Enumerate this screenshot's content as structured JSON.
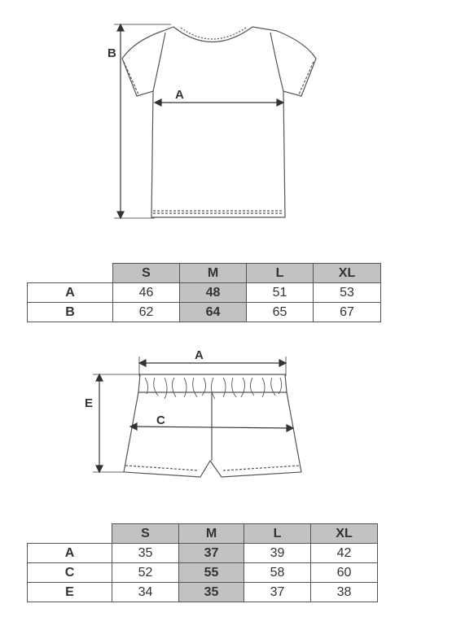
{
  "tshirt": {
    "labels": {
      "width": "A",
      "length": "B"
    },
    "table": {
      "columns": [
        "S",
        "M",
        "L",
        "XL"
      ],
      "highlight_column": "M",
      "rows": [
        {
          "label": "A",
          "values": [
            "46",
            "48",
            "51",
            "53"
          ]
        },
        {
          "label": "B",
          "values": [
            "62",
            "64",
            "65",
            "67"
          ]
        }
      ]
    }
  },
  "shorts": {
    "labels": {
      "waist": "A",
      "hip": "C",
      "length": "E"
    },
    "table": {
      "columns": [
        "S",
        "M",
        "L",
        "XL"
      ],
      "highlight_column": "M",
      "rows": [
        {
          "label": "A",
          "values": [
            "35",
            "37",
            "39",
            "42"
          ]
        },
        {
          "label": "C",
          "values": [
            "52",
            "55",
            "58",
            "60"
          ]
        },
        {
          "label": "E",
          "values": [
            "34",
            "35",
            "37",
            "38"
          ]
        }
      ]
    }
  },
  "colors": {
    "line": "#555555",
    "header_fill": "#c2c2c2"
  }
}
